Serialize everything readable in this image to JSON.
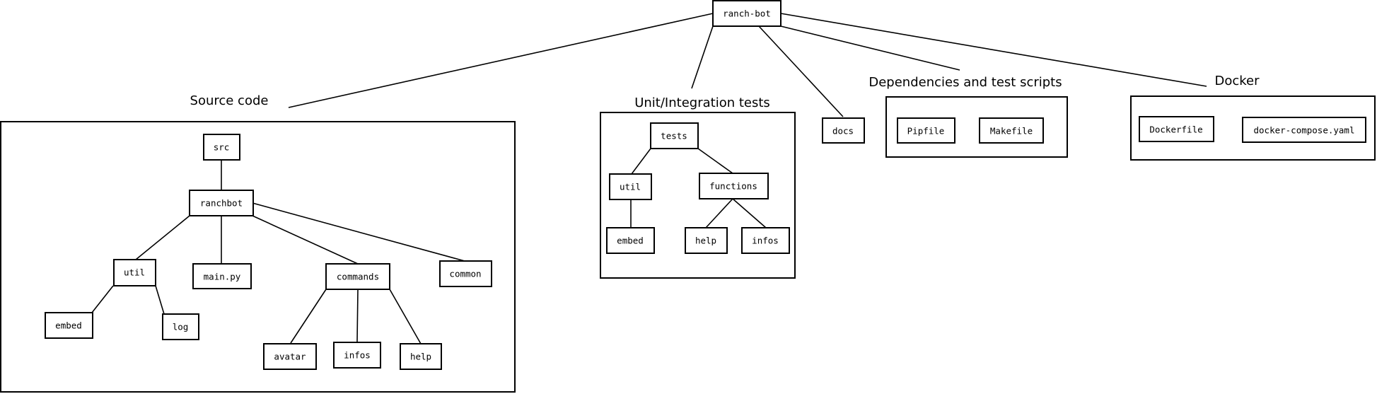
{
  "colors": {
    "stroke": "#000000",
    "background": "#ffffff"
  },
  "nodes": {
    "root": "ranch-bot",
    "docs": "docs",
    "src": "src",
    "ranchbot": "ranchbot",
    "src_util": "util",
    "main_py": "main.py",
    "commands": "commands",
    "common": "common",
    "src_embed": "embed",
    "log": "log",
    "avatar": "avatar",
    "cmd_infos": "infos",
    "cmd_help": "help",
    "tests": "tests",
    "tests_util": "util",
    "functions": "functions",
    "tests_embed": "embed",
    "fn_help": "help",
    "fn_infos": "infos",
    "pipfile": "Pipfile",
    "makefile": "Makefile",
    "dockerfile": "Dockerfile",
    "compose": "docker-compose.yaml"
  },
  "groups": {
    "source": "Source code",
    "tests": "Unit/Integration tests",
    "deps": "Dependencies and test scripts",
    "docker": "Docker"
  }
}
